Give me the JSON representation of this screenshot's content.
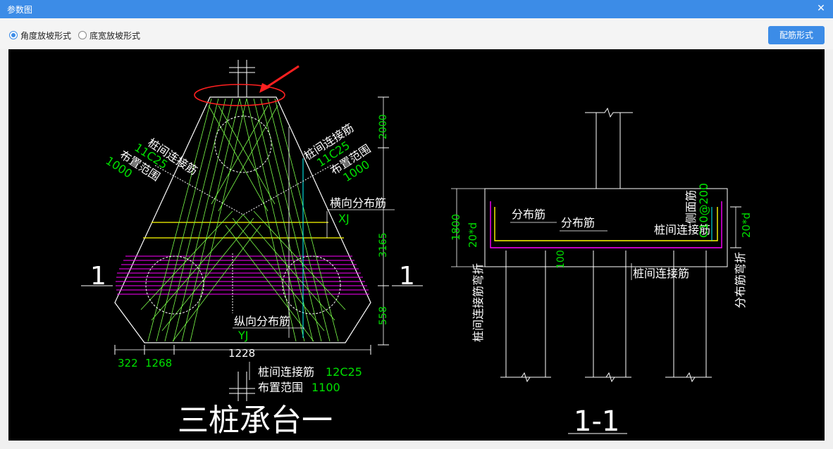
{
  "window": {
    "title": "参数图",
    "close_glyph": "✕"
  },
  "toolbar": {
    "options": [
      {
        "label": "角度放坡形式",
        "checked": true
      },
      {
        "label": "底宽放坡形式",
        "checked": false
      }
    ],
    "rebar_button": "配筋形式"
  },
  "colors": {
    "accent": "#3c8ce7",
    "canvas": "#000000",
    "green_text": "#00e000",
    "magenta": "#ff00ff",
    "yellow": "#ffff00",
    "cyan": "#00ffff",
    "annotation_red": "#ff2020"
  },
  "drawing": {
    "left_title": "三桩承台一",
    "right_title": "1-1",
    "section_mark": "1",
    "left": {
      "label_left_conn": "桩间连接筋",
      "value_left_conn": "11C25",
      "label_left_range": "布置范围",
      "value_left_range": "1000",
      "label_right_conn": "桩间连接筋",
      "value_right_conn": "11C25",
      "label_right_range": "布置范围",
      "value_right_range": "1000",
      "label_transverse": "横向分布筋",
      "value_xj": "XJ",
      "label_longitudinal": "纵向分布筋",
      "value_yj": "YJ",
      "dim_right_top": "2000",
      "dim_right_mid": "3165",
      "dim_right_bot": "558",
      "dim_bottom_a": "322",
      "dim_bottom_b": "1268",
      "dim_bottom_c": "1228",
      "label_bottom_conn": "桩间连接筋",
      "value_bottom_conn": "12C25",
      "label_bottom_range": "布置范围",
      "value_bottom_range": "1100"
    },
    "right": {
      "dim_height": "1800",
      "dim_20d_left": "20*d",
      "dim_100": "100",
      "label_dist1": "分布筋",
      "label_dist2": "分布筋",
      "label_side": "侧面筋",
      "value_side": "C10@200",
      "label_conn": "桩间连接筋",
      "label_conn_bottom": "桩间连接筋",
      "dim_20d_right": "20*d",
      "label_vert_left": "桩间连接筋弯折",
      "label_vert_right": "分布筋弯折"
    }
  }
}
